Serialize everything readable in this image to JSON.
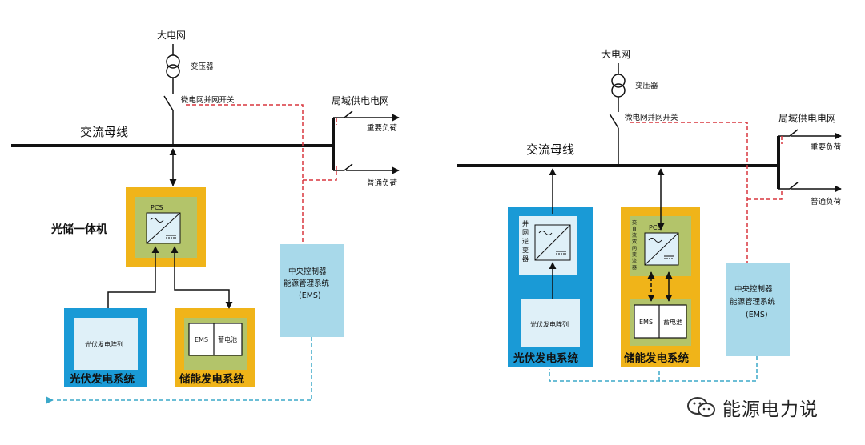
{
  "left": {
    "grid": "大电网",
    "transformer": "变压器",
    "switch": "微电网并网开关",
    "bus": "交流母线",
    "local_grid": "局域供电电网",
    "load_important": "重要负荷",
    "load_normal": "普通负荷",
    "pcs": "PCS",
    "integrated_label": "光储一体机",
    "pv_array": "光伏发电阵列",
    "pv_system": "光伏发电系统",
    "ems_box": "EMS",
    "battery": "蓄电池",
    "storage_system": "储能发电系统",
    "controller_line1": "中央控制器",
    "controller_line2": "能源管理系统",
    "controller_line3": "(EMS)"
  },
  "right": {
    "grid": "大电网",
    "transformer": "变压器",
    "switch": "微电网并网开关",
    "bus": "交流母线",
    "local_grid": "局域供电电网",
    "load_important": "重要负荷",
    "load_normal": "普通负荷",
    "inverter_chars": [
      "并",
      "网",
      "逆",
      "变",
      "器"
    ],
    "pv_array": "光伏发电阵列",
    "pv_system": "光伏发电系统",
    "pcs": "PCS",
    "pcs_side_chars": [
      "交",
      "直",
      "流",
      "双",
      "向",
      "变",
      "流",
      "器"
    ],
    "ems_box": "EMS",
    "battery": "蓄电池",
    "storage_system": "储能发电系统",
    "controller_line1": "中央控制器",
    "controller_line2": "能源管理系统",
    "controller_line3": "(EMS)"
  },
  "watermark": {
    "text": "能源电力说",
    "icon": "wechat-icon"
  },
  "colors": {
    "bus": "#111111",
    "pv_blue": "#1a9ad6",
    "storage_orange": "#f0b419",
    "green": "#b3c46a",
    "panel_light": "#dff0f8",
    "controller": "#a8d9ea",
    "control_dashed_red": "#d9363e",
    "comm_dashed_cyan": "#3ba8c9"
  }
}
